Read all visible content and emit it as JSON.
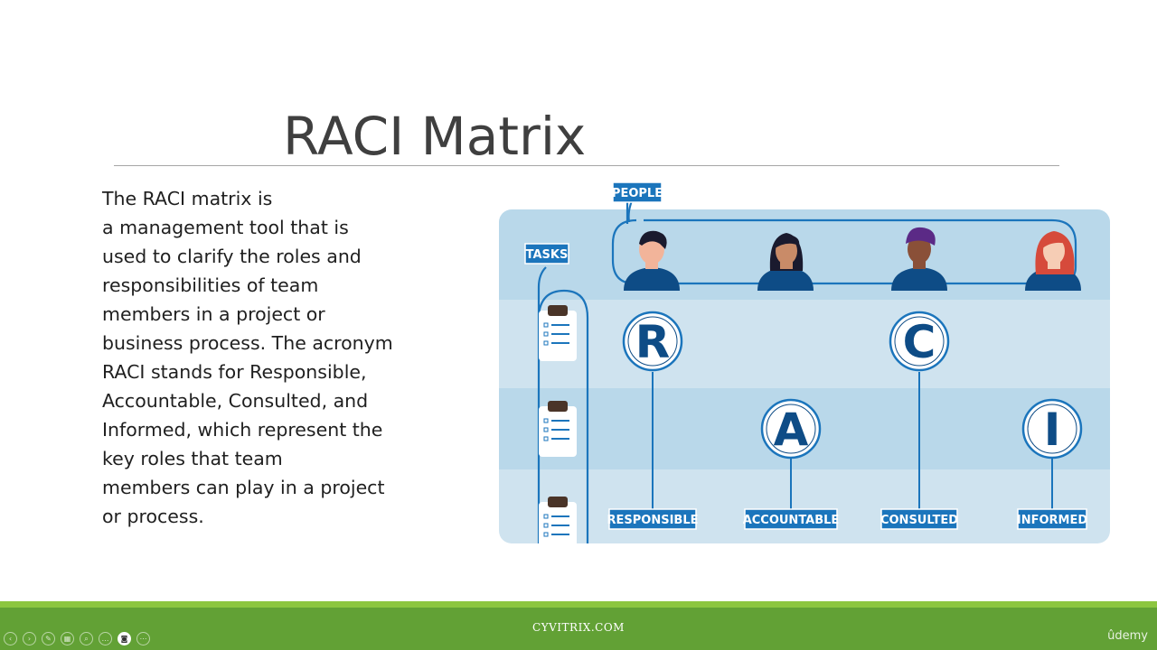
{
  "slide": {
    "title": "RACI Matrix",
    "body_lines": [
      "The RACI matrix is",
      "a management tool that is",
      "used to clarify the roles and",
      "responsibilities of team",
      "members in a project or",
      "business process. The acronym",
      "RACI stands for Responsible,",
      "Accountable, Consulted, and",
      "Informed, which represent the",
      "key roles that team",
      "members can play in a project",
      "or process."
    ]
  },
  "illustration": {
    "people_label": "PEOPLE",
    "tasks_label": "TASKS",
    "letters": [
      "R",
      "A",
      "C",
      "I"
    ],
    "roles": [
      "RESPONSIBLE",
      "ACCOUNTABLE",
      "CONSULTED",
      "INFORMED"
    ]
  },
  "footer": {
    "brand": "CYVITRIX.COM",
    "watermark": "ûdemy"
  },
  "player_controls": [
    {
      "icon": "previous-icon",
      "glyph": "‹"
    },
    {
      "icon": "next-icon",
      "glyph": "›"
    },
    {
      "icon": "pen-icon",
      "glyph": "✎"
    },
    {
      "icon": "slides-grid-icon",
      "glyph": "▦"
    },
    {
      "icon": "zoom-icon",
      "glyph": "⌕"
    },
    {
      "icon": "subtitles-icon",
      "glyph": "…"
    },
    {
      "icon": "camera-icon",
      "glyph": "◙"
    },
    {
      "icon": "more-options-icon",
      "glyph": "⋯"
    }
  ],
  "colors": {
    "accent_blue": "#1b75bc",
    "navy": "#0e4c86",
    "panel_light": "#b9d8ea",
    "footer_green": "#62a135"
  }
}
